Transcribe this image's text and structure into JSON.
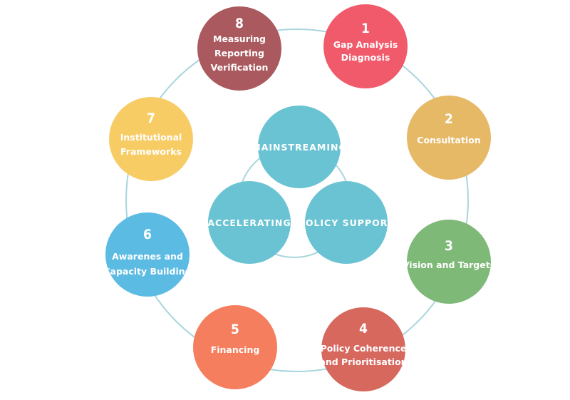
{
  "header_text": "",
  "ring_color": "#a8d5dd",
  "center_color": "#6ac3d3",
  "center_items": [
    {
      "label": "MAINSTREAMING"
    },
    {
      "label": "ACCELERATING"
    },
    {
      "label": "POLICY SUPPORT"
    }
  ],
  "steps": [
    {
      "number": "1",
      "lines": [
        "Gap Analysis",
        "Diagnosis"
      ],
      "color": "#f05a6a"
    },
    {
      "number": "2",
      "lines": [
        "Consultation"
      ],
      "color": "#e6b966"
    },
    {
      "number": "3",
      "lines": [
        "Vision and Targets"
      ],
      "color": "#7eb978"
    },
    {
      "number": "4",
      "lines": [
        "Policy Coherence",
        "and Prioritisation"
      ],
      "color": "#d7685e"
    },
    {
      "number": "5",
      "lines": [
        "Financing"
      ],
      "color": "#f47e5e"
    },
    {
      "number": "6",
      "lines": [
        "Awarenes and",
        "Capacity Building"
      ],
      "color": "#5bbbe3"
    },
    {
      "number": "7",
      "lines": [
        "Institutional",
        "Frameworks"
      ],
      "color": "#f8cc65"
    },
    {
      "number": "8",
      "lines": [
        "Measuring",
        "Reporting",
        "Verification"
      ],
      "color": "#aa5a5e"
    }
  ]
}
